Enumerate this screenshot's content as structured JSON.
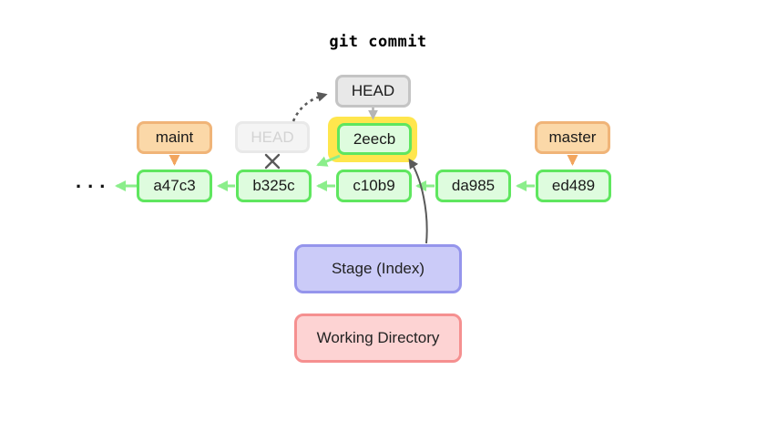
{
  "title": "git commit",
  "ellipsis": "...",
  "nodes": {
    "head": {
      "label": "HEAD"
    },
    "head_faded": {
      "label": "HEAD"
    },
    "new_commit": {
      "label": "2eecb"
    },
    "branches": [
      {
        "label": "maint"
      },
      {
        "label": "master"
      }
    ],
    "commits": [
      {
        "label": "a47c3"
      },
      {
        "label": "b325c"
      },
      {
        "label": "c10b9"
      },
      {
        "label": "da985"
      },
      {
        "label": "ed489"
      }
    ],
    "stage": {
      "label": "Stage (Index)"
    },
    "working_directory": {
      "label": "Working Directory"
    }
  },
  "colors": {
    "commit_fill": "#defcde",
    "commit_border": "#5fe65f",
    "commit_arrow": "#8bee8b",
    "branch_fill": "#fbd8a8",
    "branch_border": "#f0b478",
    "branch_arrow": "#f2a55e",
    "head_fill": "#e8e8e8",
    "head_border": "#c4c4c4",
    "head_faded_fill": "#f4f4f4",
    "head_faded_text": "#d3d3d3",
    "highlight_yellow": "#ffe64d",
    "stage_fill": "#cbcbf8",
    "stage_border": "#9595ec",
    "working_fill": "#fdd3d3",
    "working_border": "#f59090",
    "dark_arrow": "#5a5a5a",
    "gray_arrow": "#b5b5b5"
  }
}
